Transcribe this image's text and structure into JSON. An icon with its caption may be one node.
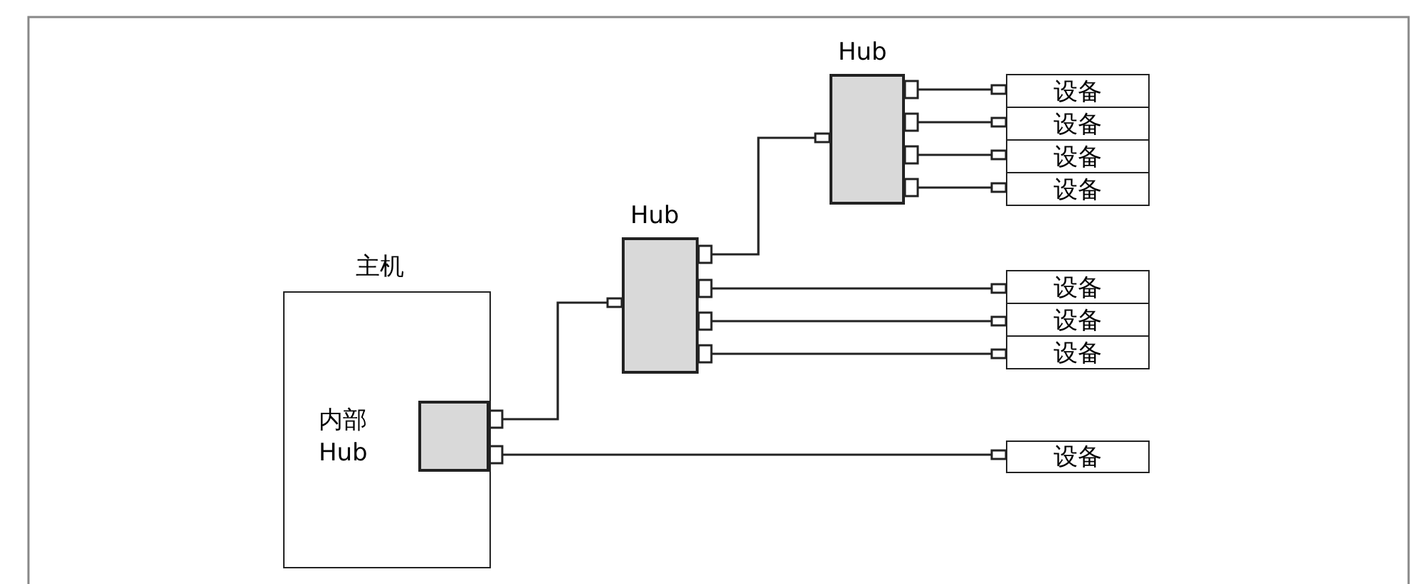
{
  "diagram": {
    "nodes": [
      {
        "text": [
          "主机"
        ]
      },
      {
        "text": [
          "内部 Hub"
        ],
        "in": 0
      },
      {
        "text": [
          "Hub"
        ]
      },
      {
        "text": [
          "Hub"
        ]
      },
      {
        "text": [
          "设备"
        ]
      },
      {
        "text": [
          "设备"
        ]
      },
      {
        "text": [
          "设备"
        ]
      },
      {
        "text": [
          "设备"
        ]
      },
      {
        "text": [
          "设备"
        ]
      },
      {
        "text": [
          "设备"
        ]
      },
      {
        "text": [
          "设备"
        ]
      },
      {
        "text": [
          "设备"
        ]
      }
    ],
    "edges": [
      {
        "from": 1,
        "to": 2,
        "arrow": "other"
      },
      {
        "from": 1,
        "to": 11,
        "arrow": "other"
      },
      {
        "from": 2,
        "to": 3,
        "arrow": "other"
      },
      {
        "from": 2,
        "to": 8,
        "arrow": "other"
      },
      {
        "from": 2,
        "to": 9,
        "arrow": "other"
      },
      {
        "from": 2,
        "to": 10,
        "arrow": "other"
      },
      {
        "from": 3,
        "to": 4,
        "arrow": "other"
      },
      {
        "from": 3,
        "to": 5,
        "arrow": "other"
      },
      {
        "from": 3,
        "to": 6,
        "arrow": "other"
      },
      {
        "from": 3,
        "to": 7,
        "arrow": "other"
      }
    ]
  }
}
